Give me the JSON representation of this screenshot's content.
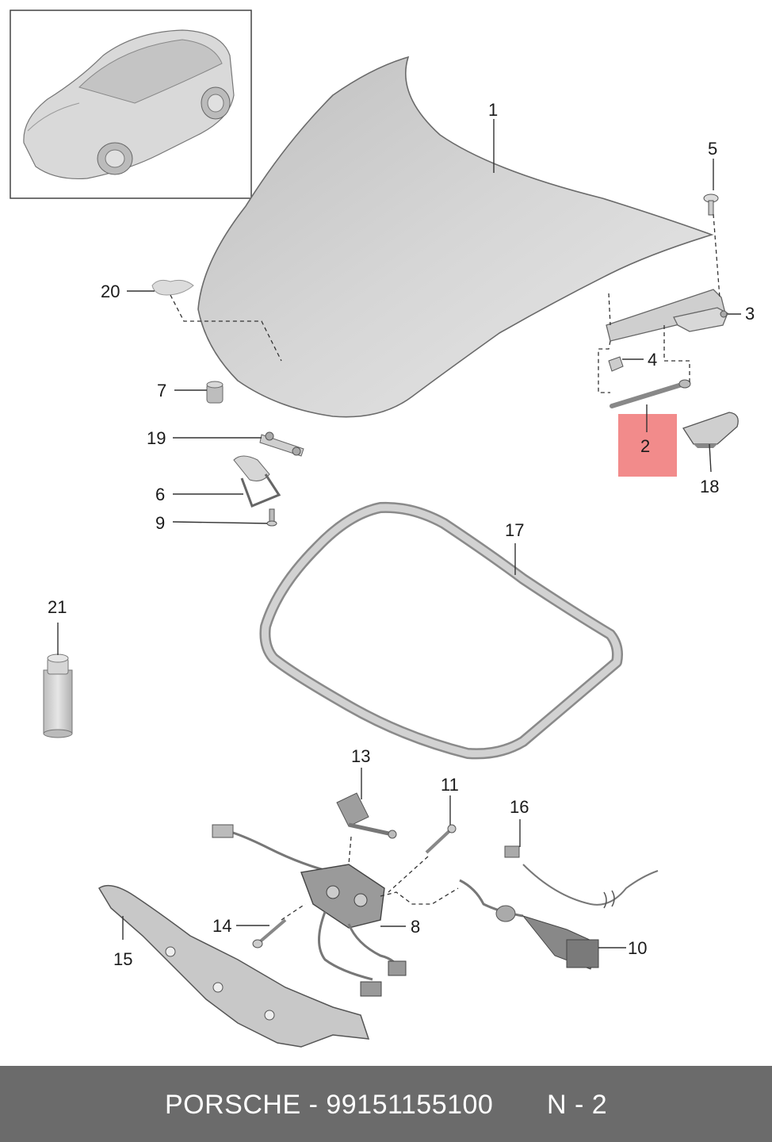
{
  "callouts": [
    {
      "id": "1",
      "label": "1"
    },
    {
      "id": "2",
      "label": "2"
    },
    {
      "id": "3",
      "label": "3"
    },
    {
      "id": "4",
      "label": "4"
    },
    {
      "id": "5",
      "label": "5"
    },
    {
      "id": "6",
      "label": "6"
    },
    {
      "id": "7",
      "label": "7"
    },
    {
      "id": "8",
      "label": "8"
    },
    {
      "id": "9",
      "label": "9"
    },
    {
      "id": "10",
      "label": "10"
    },
    {
      "id": "11",
      "label": "11"
    },
    {
      "id": "13",
      "label": "13"
    },
    {
      "id": "14",
      "label": "14"
    },
    {
      "id": "15",
      "label": "15"
    },
    {
      "id": "16",
      "label": "16"
    },
    {
      "id": "17",
      "label": "17"
    },
    {
      "id": "18",
      "label": "18"
    },
    {
      "id": "19",
      "label": "19"
    },
    {
      "id": "20",
      "label": "20"
    },
    {
      "id": "21",
      "label": "21"
    }
  ],
  "highlight": {
    "color": "#f28b8b"
  },
  "footer": {
    "part_number": "PORSCHE - 99151155100",
    "page": "N - 2"
  }
}
